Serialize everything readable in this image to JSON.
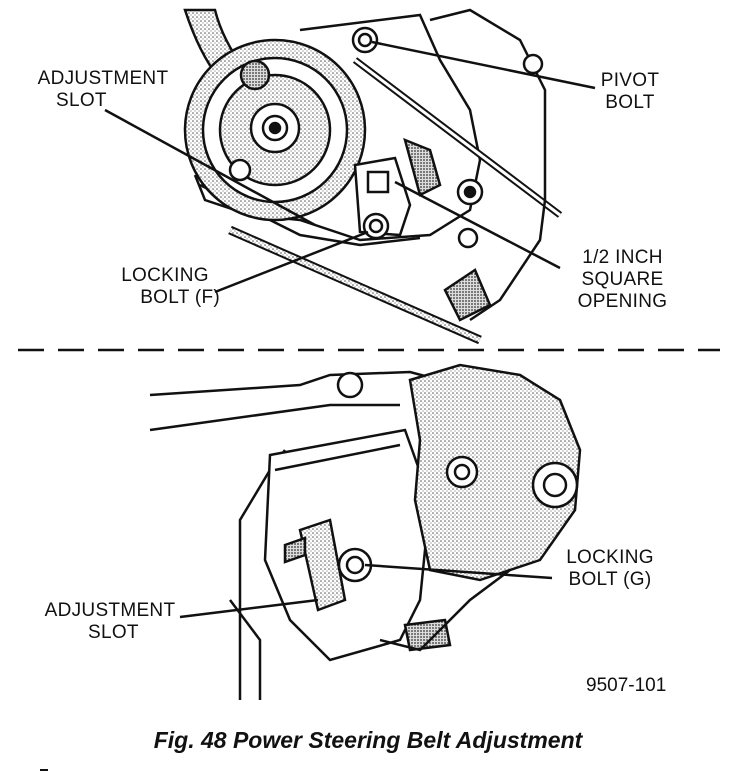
{
  "upper_view": {
    "adjustment_slot": [
      "ADJUSTMENT",
      "SLOT"
    ],
    "pivot_bolt": [
      "PIVOT",
      "BOLT"
    ],
    "locking_bolt_f": [
      "LOCKING",
      "BOLT (F)"
    ],
    "square_opening": [
      "1/2 INCH",
      "SQUARE",
      "OPENING"
    ]
  },
  "lower_view": {
    "adjustment_slot": [
      "ADJUSTMENT",
      "SLOT"
    ],
    "locking_bolt_g": [
      "LOCKING",
      "BOLT (G)"
    ]
  },
  "figure_code": "9507-101",
  "caption": "Fig. 48 Power Steering Belt Adjustment"
}
